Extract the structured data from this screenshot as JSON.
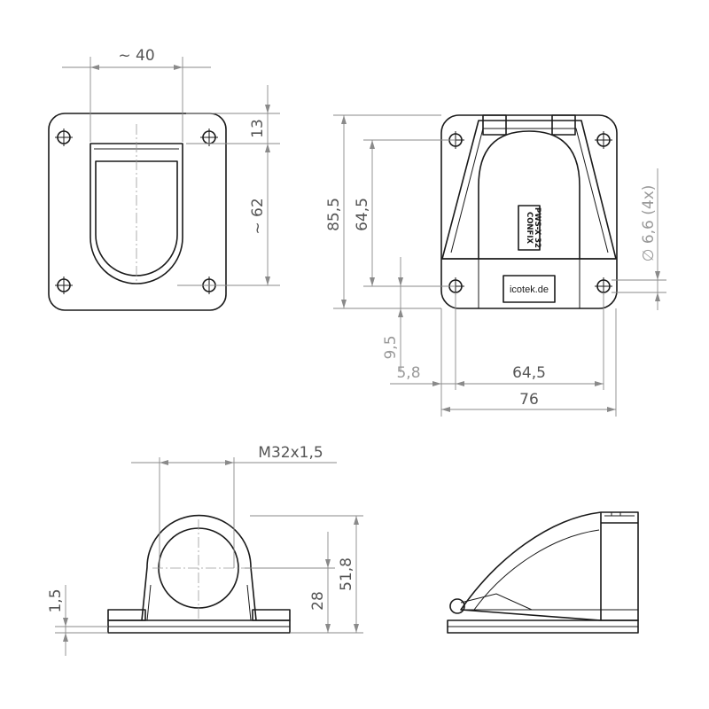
{
  "dimensions": {
    "front_width": "~ 40",
    "front_top": "13",
    "front_height": "~ 62",
    "side_height": "85,5",
    "side_inner_height": "64,5",
    "hole_diameter": "∅ 6,6 (4x)",
    "bottom_offset": "9,5",
    "left_offset": "5,8",
    "hole_spacing": "64,5",
    "total_width": "76",
    "thread": "M32x1,5",
    "base_thickness": "1,5",
    "axis_height": "28",
    "total_height": "51,8"
  },
  "labels": {
    "brand": "icotek.de",
    "product_line1": "CONFIX",
    "product_line2": "PWS-X 32"
  }
}
